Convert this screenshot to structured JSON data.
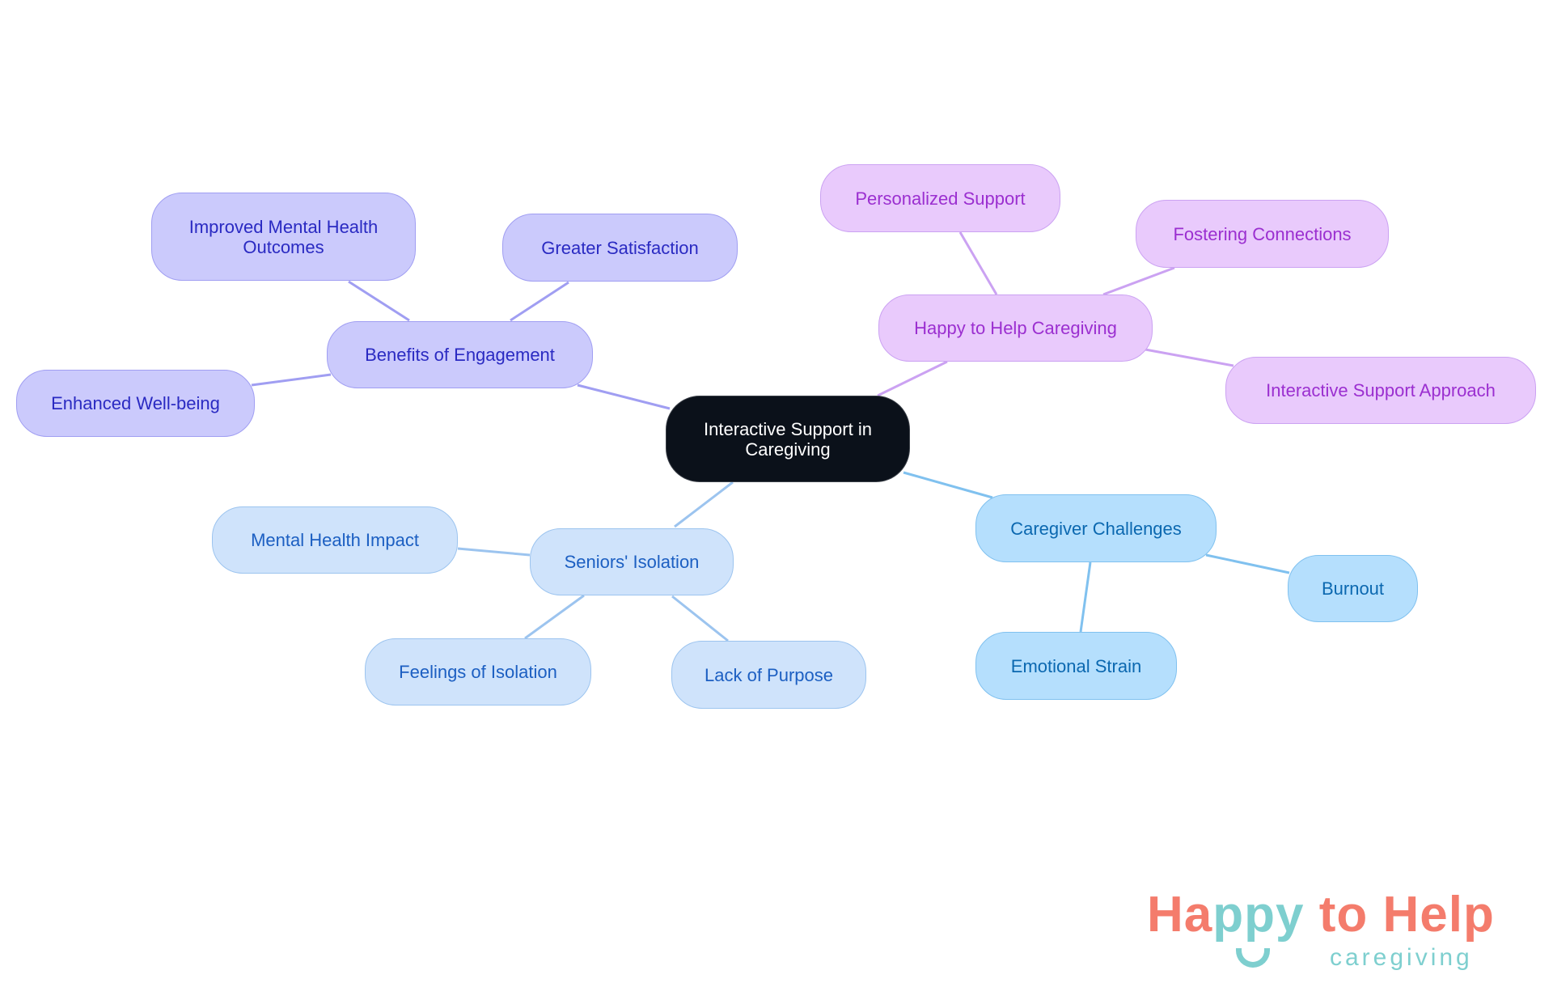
{
  "root": {
    "label": "Interactive Support in Caregiving"
  },
  "branches": {
    "engagement": {
      "label": "Benefits of Engagement",
      "children": [
        "Improved Mental Health Outcomes",
        "Greater Satisfaction",
        "Enhanced Well-being"
      ]
    },
    "isolation": {
      "label": "Seniors' Isolation",
      "children": [
        "Mental Health Impact",
        "Feelings of Isolation",
        "Lack of Purpose"
      ]
    },
    "challenges": {
      "label": "Caregiver Challenges",
      "children": [
        "Burnout",
        "Emotional Strain"
      ]
    },
    "happy": {
      "label": "Happy to Help Caregiving",
      "children": [
        "Personalized Support",
        "Fostering Connections",
        "Interactive Support Approach"
      ]
    }
  },
  "colors": {
    "root": "#0b111a",
    "engagement": "#cbcafc",
    "happy": "#e9cafc",
    "isolation": "#cfe3fb",
    "challenges": "#b5dffd"
  },
  "logo": {
    "text_part1": "Ha",
    "text_part2": "ppy",
    "text_part3": " to Help",
    "subtitle": "caregiving"
  }
}
